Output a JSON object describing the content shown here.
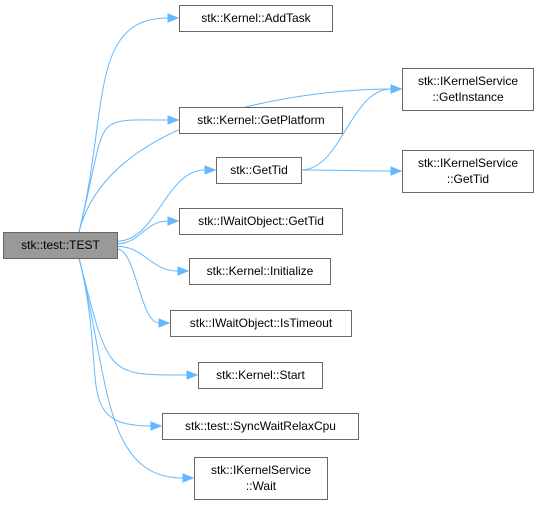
{
  "diagram": {
    "type": "call-graph",
    "root": {
      "id": "test",
      "lines": [
        "stk::test::TEST"
      ]
    },
    "nodes": [
      {
        "id": "addtask",
        "lines": [
          "stk::Kernel::AddTask"
        ]
      },
      {
        "id": "getinstance",
        "lines": [
          "stk::IKernelService",
          "::GetInstance"
        ]
      },
      {
        "id": "getplatform",
        "lines": [
          "stk::Kernel::GetPlatform"
        ]
      },
      {
        "id": "gettid",
        "lines": [
          "stk::GetTid"
        ]
      },
      {
        "id": "iks_gettid",
        "lines": [
          "stk::IKernelService",
          "::GetTid"
        ]
      },
      {
        "id": "iwo_gettid",
        "lines": [
          "stk::IWaitObject::GetTid"
        ]
      },
      {
        "id": "initialize",
        "lines": [
          "stk::Kernel::Initialize"
        ]
      },
      {
        "id": "istimeout",
        "lines": [
          "stk::IWaitObject::IsTimeout"
        ]
      },
      {
        "id": "start",
        "lines": [
          "stk::Kernel::Start"
        ]
      },
      {
        "id": "syncwait",
        "lines": [
          "stk::test::SyncWaitRelaxCpu"
        ]
      },
      {
        "id": "wait",
        "lines": [
          "stk::IKernelService",
          "::Wait"
        ]
      }
    ],
    "edges": [
      {
        "from": "test",
        "to": "addtask"
      },
      {
        "from": "test",
        "to": "getinstance"
      },
      {
        "from": "test",
        "to": "getplatform"
      },
      {
        "from": "test",
        "to": "gettid"
      },
      {
        "from": "test",
        "to": "iwo_gettid"
      },
      {
        "from": "test",
        "to": "initialize"
      },
      {
        "from": "test",
        "to": "istimeout"
      },
      {
        "from": "test",
        "to": "start"
      },
      {
        "from": "test",
        "to": "syncwait"
      },
      {
        "from": "test",
        "to": "wait"
      },
      {
        "from": "gettid",
        "to": "getinstance"
      },
      {
        "from": "gettid",
        "to": "iks_gettid"
      }
    ],
    "colors": {
      "edge": "#63b8ff",
      "root_fill": "#999999",
      "node_fill": "#ffffff",
      "node_border": "#666666"
    }
  }
}
